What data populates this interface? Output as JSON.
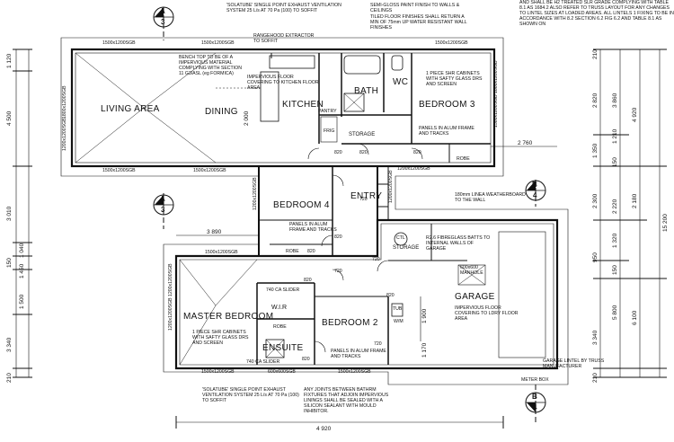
{
  "rooms": {
    "living": "LIVING AREA",
    "dining": "DINING",
    "kitchen": "KITCHEN",
    "bath": "BATH",
    "wc": "WC",
    "bedroom3": "BEDROOM 3",
    "bedroom4": "BEDROOM 4",
    "entry": "ENTRY",
    "master": "MASTER BEDROOM",
    "bedroom2": "BEDROOM 2",
    "garage": "GARAGE",
    "ensuite": "ENSUITE",
    "wir": "W.I.R",
    "storage_hall": "STORAGE",
    "storage_garage": "STORAGE",
    "pantry": "PANTRY",
    "fridge": "FRIG",
    "robe_bed3": "ROBE",
    "robe_bed4": "ROBE"
  },
  "notes": {
    "top_right": "AND SHALL BE H2 TREATED SLR GRADE COMPLYING WITH TABLE 8.1 AS 1684.2 ALSO REFER TO TRUSS LAYOUT FOR ANY CHANGES TO LINTEL SIZES AT LOADED AREAS. ALL LINTELS 1 FIXING TO BE IN ACCORDANCE WITH 8.2 SECTION 6.2 FIG 6.2 AND TABLE 8.1 AS SHOWN ON",
    "exhaust_top": "'SOLATUBE' SINGLE POINT EXHAUST VENTILATION SYSTEM 25 L/s AT 70 Pa (100) TO SOFFIT",
    "rangehood": "RANGEHOOD EXTRACTOR TO SOFFIT",
    "semigloss": "SEMI-GLOSS PAINT FINISH TO WALLS & CEILINGS",
    "tiled": "TILED FLOOR FINISHES SHALL RETURN A MIN OF 75mm UP WATER RESISTANT WALL FINISHES",
    "bench": "BENCH TOP TO BE OF A IMPERVIOUS MATERIAL COMPLYING WITH SECTION 11 G3/ASL (eg FORMICA)",
    "impervious_kitchen": "IMPERVIOUS FLOOR COVERING TO KITCHEN FLOOR AREA",
    "screen_bath": "1 PIECE SHR CABINETS WITH SAFTY GLASS DRS AND SCREEN",
    "panels_bed3": "PANELS IN ALUM FRAME AND TRACKS",
    "panels_bed4": "PANELS IN ALUM FRAME AND TRACKS",
    "weatherboard": "180mm LINEA WEATHERBOARD TO THE WALL",
    "fibreglass": "R2.6 FIBREGLASS BATTS TO INTERNAL WALLS OF GARAGE",
    "manhole": "600x600 MANHOLE",
    "impervious_garage": "IMPERVIOUS FLOOR COVERING TO LDRY FLOOR AREA",
    "garage_lintel": "GARAGE LINTEL BY TRUSS MANUFACTURER",
    "ca_slider_top": "740 CA SLIDER",
    "ca_slider_bottom": "740 CA SLIDER",
    "screen_ensuite": "1 PIECE SHR CABINETS WITH SAFTY GLASS DRS AND SCREEN",
    "panels_bed2": "PANELS IN ALUM FRAME AND TRACKS",
    "exhaust_bottom": "'SOLATUBE' SINGLE POINT EXHAUST VENTILATION SYSTEM 25 L/s AT 70 Pa (100) TO SOFFIT",
    "joints": "ANY JOINTS BETWEEN BATHRM FIXTURES THAT ADJOIN IMPERVIOUS LININGS SHALL BE SEALED WITH A SILICON SEALANT WITH MOULD INHIBITOR.",
    "meter": "METER BOX"
  },
  "window_codes": {
    "top_left": "1500x1200SGB",
    "top_mid": "1500x1200SGB",
    "top_right": "1500x1200SGB",
    "left_upper": "1800x1200SGB",
    "left_lower": "1200x1200SGB",
    "right_upper": "1800x1200SGB",
    "right_mid": "1500x1200SGB",
    "bed3_bottom": "1200x1200SGB",
    "living_bottom": "1500x1200SGB",
    "dining_bottom": "1500x1200SGB",
    "bed4_left": "1200x1200SGB",
    "entry_right": "1200x1200SGB",
    "master_top": "1500x1200SGB",
    "master_left_a": "1200x1200SGB",
    "master_left_b": "1200x1200SGB",
    "ensuite_bottom": "600x600SGB",
    "bed2_bottom": "1500x1200SGB",
    "master_bottom": "1500x1200SGB"
  },
  "door_codes": {
    "d1": "820",
    "d2": "820",
    "d3": "820",
    "d4": "820",
    "d5": "720",
    "d6": "720",
    "d7": "820",
    "d8": "820",
    "d9": "820",
    "d10": "720",
    "d11": "820",
    "d12": "720"
  },
  "fixture_labels": {
    "ctl": "CTL",
    "tub": "TUB",
    "wm": "W/M",
    "robe_wir": "ROBE"
  },
  "dimensions": {
    "left_top": "1 120",
    "left_a": "4 500",
    "left_b": "3 010",
    "left_c": "1 040",
    "left_d": "150",
    "left_e": "1 500",
    "left_f": "3 340",
    "left_bottom": "210",
    "left_g": "1 450",
    "left_h": "2 000",
    "right_1": "210",
    "right_2": "2 820",
    "right_3": "4 920",
    "right_4": "1 350",
    "right_5": "150",
    "right_6": "2 300",
    "right_7": "2 180",
    "right_8": "950",
    "right_9": "150",
    "right_10": "5 800",
    "right_11": "3 340",
    "right_12": "210",
    "right_13": "15 200",
    "right_14": "6 100",
    "right_15": "3 860",
    "right_16": "1 210",
    "right_17": "1 320",
    "right_18": "2 220",
    "mid_2760": "2 760",
    "mid_3890": "3 890",
    "bottom_4920": "4 920",
    "mid_1900": "1 900",
    "mid_1170": "1 170"
  },
  "section_markers": {
    "top_left": "A",
    "top_left_page": "3",
    "left_mid": "A",
    "left_mid_page": "3",
    "right_mid": "B",
    "right_mid_page": "4",
    "bottom_right": "B",
    "bottom_right_page": "4"
  }
}
